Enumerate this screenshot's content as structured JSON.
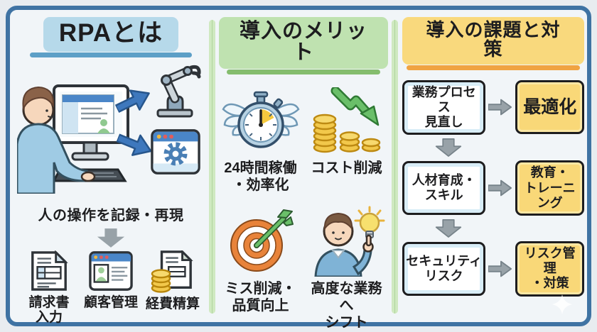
{
  "colors": {
    "frame_border": "#3f73a3",
    "panel_bg": "#f1f5f8",
    "divider_green": "#cfe9c0",
    "rpa_title_bg": "#b6d9ea",
    "rpa_underline": "#5d9fc7",
    "merits_title_bg": "#bfe2b0",
    "merits_underline": "#85bd6e",
    "challenges_title_bg": "#f9d97d",
    "challenges_underline": "#f0a342",
    "arrow_blue": "#3e78bd",
    "arrow_gray": "#98a2a8",
    "arrow_green": "#6abf69",
    "coin_gold": "#f2c84b",
    "target_orange": "#e8833a",
    "solution_box_bg": "#f9d878"
  },
  "rpa": {
    "title": "RPAとは",
    "caption": "人の操作を記録・再現",
    "examples": [
      {
        "line1": "請求書",
        "line2": "入力"
      },
      {
        "line1": "顧客管理"
      },
      {
        "line1": "経費精算"
      }
    ]
  },
  "merits": {
    "title": "導入のメリット",
    "items": [
      {
        "line1": "24時間稼働",
        "line2": "・効率化"
      },
      {
        "line1": "コスト削減"
      },
      {
        "line1": "ミス削減・",
        "line2": "品質向上"
      },
      {
        "line1": "高度な業務へ",
        "line2": "シフト"
      }
    ]
  },
  "challenges": {
    "title": "導入の課題と対策",
    "rows": [
      {
        "challenge_line1": "業務プロセス",
        "challenge_line2": "見直し",
        "solution_line1": "最適化"
      },
      {
        "challenge_line1": "人材育成・",
        "challenge_line2": "スキル",
        "solution_line1": "教育・",
        "solution_line2": "トレーニング"
      },
      {
        "challenge_line1": "セキュリティ",
        "challenge_line2": "リスク",
        "solution_line1": "リスク管理",
        "solution_line2": "・対策"
      }
    ]
  }
}
